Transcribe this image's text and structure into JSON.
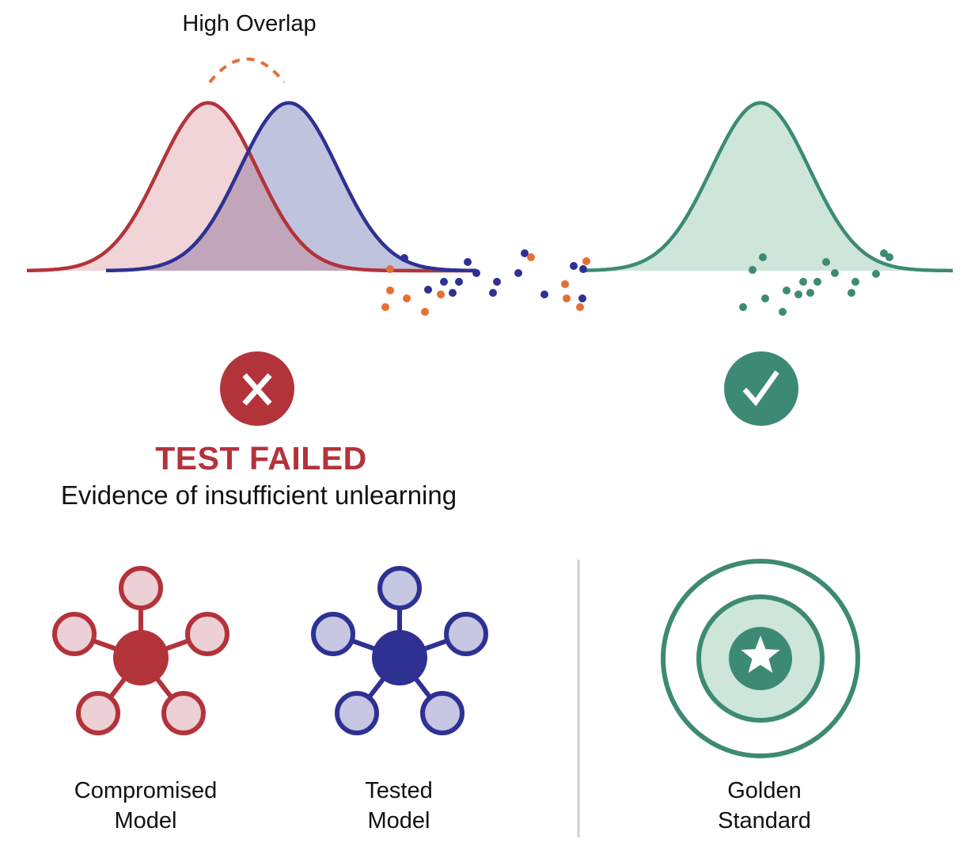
{
  "header": {
    "overlap_label": "High Overlap"
  },
  "result": {
    "fail_title": "TEST FAILED",
    "fail_subtitle": "Evidence of insufficient unlearning",
    "fail_icon": "x-icon",
    "pass_icon": "check-icon"
  },
  "models": [
    {
      "id": "compromised",
      "line1": "Compromised",
      "line2": "Model",
      "icon": "network-icon"
    },
    {
      "id": "tested",
      "line1": "Tested",
      "line2": "Model",
      "icon": "network-icon"
    },
    {
      "id": "golden",
      "line1": "Golden",
      "line2": "Standard",
      "icon": "star-target-icon"
    }
  ],
  "colors": {
    "red": "#b3333b",
    "red_fill": "#f0d4d7",
    "red_node": "#ecd0d5",
    "blue": "#2e3192",
    "blue_fill": "#bfc3de",
    "blue_node": "#c7c6e3",
    "overlap_fill": "#c0a5bb",
    "green": "#3d8a74",
    "green_fill": "#cde6d9",
    "orange": "#e66f33",
    "divider": "#cfcfcf"
  }
}
